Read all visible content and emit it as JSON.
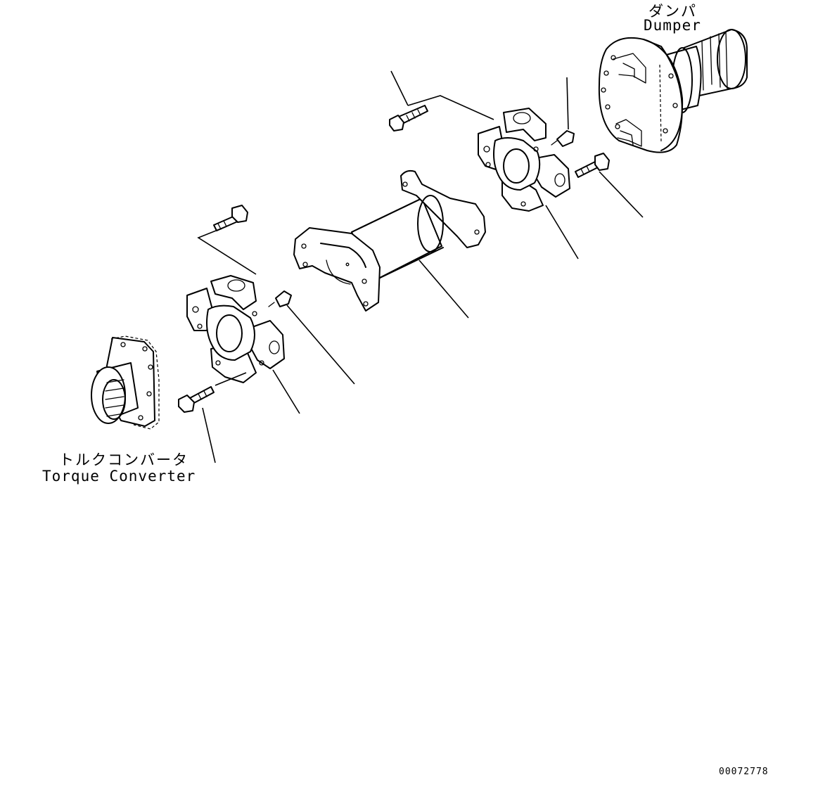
{
  "labels": {
    "damper_jp": "ダンパ",
    "damper_en": "Dumper",
    "converter_jp": "トルクコンバータ",
    "converter_en": "Torque Converter",
    "drawing_code": "00072778"
  },
  "parts": [
    "damper-assembly",
    "torque-converter-flange",
    "front-universal-joint",
    "rear-universal-joint",
    "drive-shaft-tube",
    "bolt-upper",
    "bolt-upper-left",
    "bolt-right",
    "bolt-lower-left",
    "grease-fitting-left",
    "grease-fitting-right"
  ]
}
